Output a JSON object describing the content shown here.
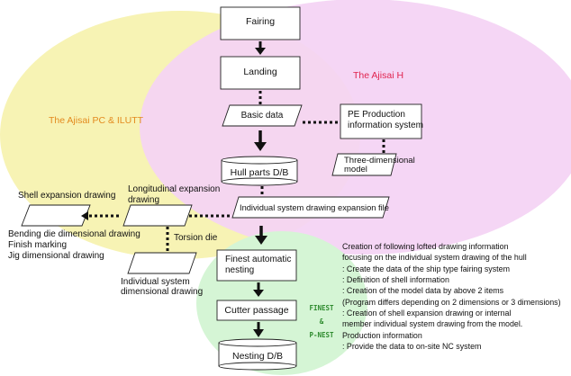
{
  "regions": {
    "left": "The Ajisai PC & ILUTT",
    "right": "The Ajisai H"
  },
  "nodes": {
    "fairing": "Fairing",
    "landing": "Landing",
    "basic_data": "Basic data",
    "pe_production": [
      "PE Production",
      "information system"
    ],
    "three_dimensional_model": [
      "Three-dimensional",
      "model"
    ],
    "hull_parts": "Hull parts D/B",
    "individual_expansion_file": "Individual system drawing expansion file",
    "shell_expansion": "Shell expansion drawing",
    "longitudinal_expansion": [
      "Longitudinal expansion",
      "drawing"
    ],
    "bending_die": [
      "Bending die dimensional drawing",
      "Finish marking",
      "Jig dimensional drawing"
    ],
    "torsion_die": "Torsion die",
    "individual_system_drawing": [
      "Individual system",
      "dimensional drawing"
    ],
    "finest_nesting": [
      "Finest automatic",
      "nesting"
    ],
    "cutter_passage": "Cutter passage",
    "nesting_db": "Nesting D/B"
  },
  "finest_label": [
    "FINEST",
    "&",
    "P-NEST"
  ],
  "info_lines": [
    "Creation of following lofted drawing information",
    "focusing on the individual system drawing of the hull",
    ": Create the data of the ship type fairing system",
    ": Definition of shell information",
    ": Creation of the model data by above 2 items",
    "(Program differs depending on 2 dimensions or 3 dimensions)",
    ": Creation of shell expansion drawing or internal",
    "member individual system drawing from the model.",
    "Production information",
    ": Provide the data to on-site NC system"
  ],
  "colors": {
    "left_region_fill": "#f7f3b4",
    "left_region_text": "#e38a1e",
    "right_region_fill": "#f4d3f4",
    "right_region_text": "#e0244f",
    "bottom_region_fill": "#d5f5d5",
    "finest_text": "#2e8b2e"
  }
}
